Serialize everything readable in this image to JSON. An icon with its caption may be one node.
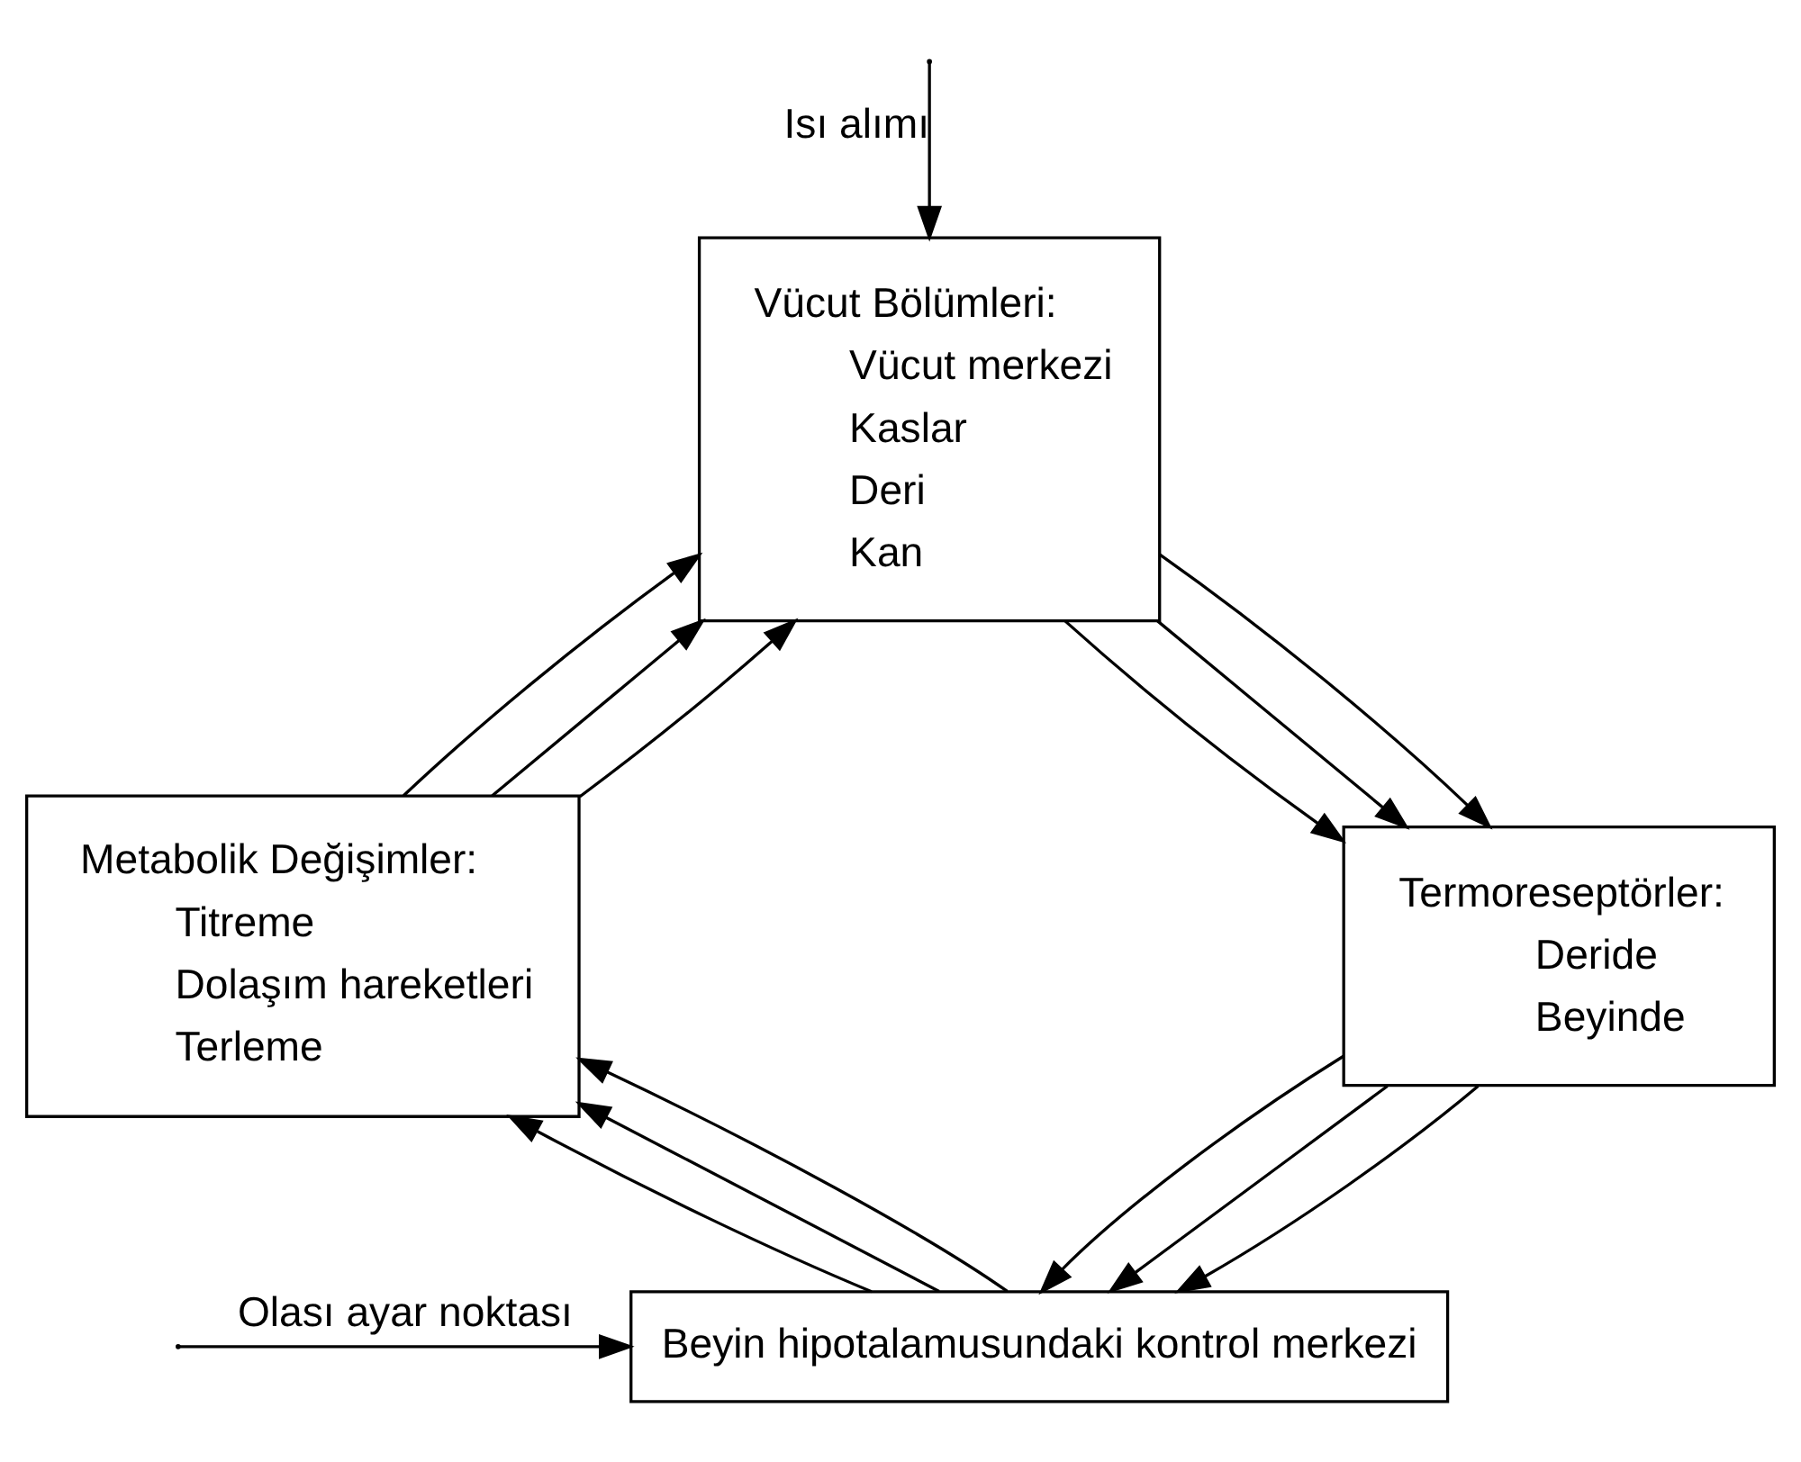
{
  "diagram": {
    "nodes": [
      {
        "text": [
          "Vücut Bölümleri:",
          "Vücut merkezi",
          "Kaslar",
          "Deri",
          "Kan"
        ]
      },
      {
        "text": [
          "Metabolik Değişimler:",
          "Titreme",
          "Dolaşım hareketleri",
          "Terleme"
        ]
      },
      {
        "text": [
          "Termoreseptörler:",
          "Deride",
          "Beyinde"
        ]
      },
      {
        "text": [
          "Beyin hipotalamusundaki kontrol merkezi"
        ]
      }
    ],
    "edges": [
      {
        "from": null,
        "to": 0,
        "arrow": "to",
        "label": "Isı alımı"
      },
      {
        "from": 0,
        "to": 2,
        "arrow": "to"
      },
      {
        "from": 0,
        "to": 2,
        "arrow": "to"
      },
      {
        "from": 0,
        "to": 2,
        "arrow": "to"
      },
      {
        "from": 2,
        "to": 3,
        "arrow": "to"
      },
      {
        "from": 2,
        "to": 3,
        "arrow": "to"
      },
      {
        "from": 2,
        "to": 3,
        "arrow": "to"
      },
      {
        "from": 3,
        "to": 1,
        "arrow": "to"
      },
      {
        "from": 3,
        "to": 1,
        "arrow": "to"
      },
      {
        "from": 3,
        "to": 1,
        "arrow": "to"
      },
      {
        "from": 1,
        "to": 0,
        "arrow": "to"
      },
      {
        "from": 1,
        "to": 0,
        "arrow": "to"
      },
      {
        "from": 1,
        "to": 0,
        "arrow": "to"
      },
      {
        "from": null,
        "to": 3,
        "arrow": "to",
        "label": "Olası ayar noktası"
      }
    ]
  }
}
